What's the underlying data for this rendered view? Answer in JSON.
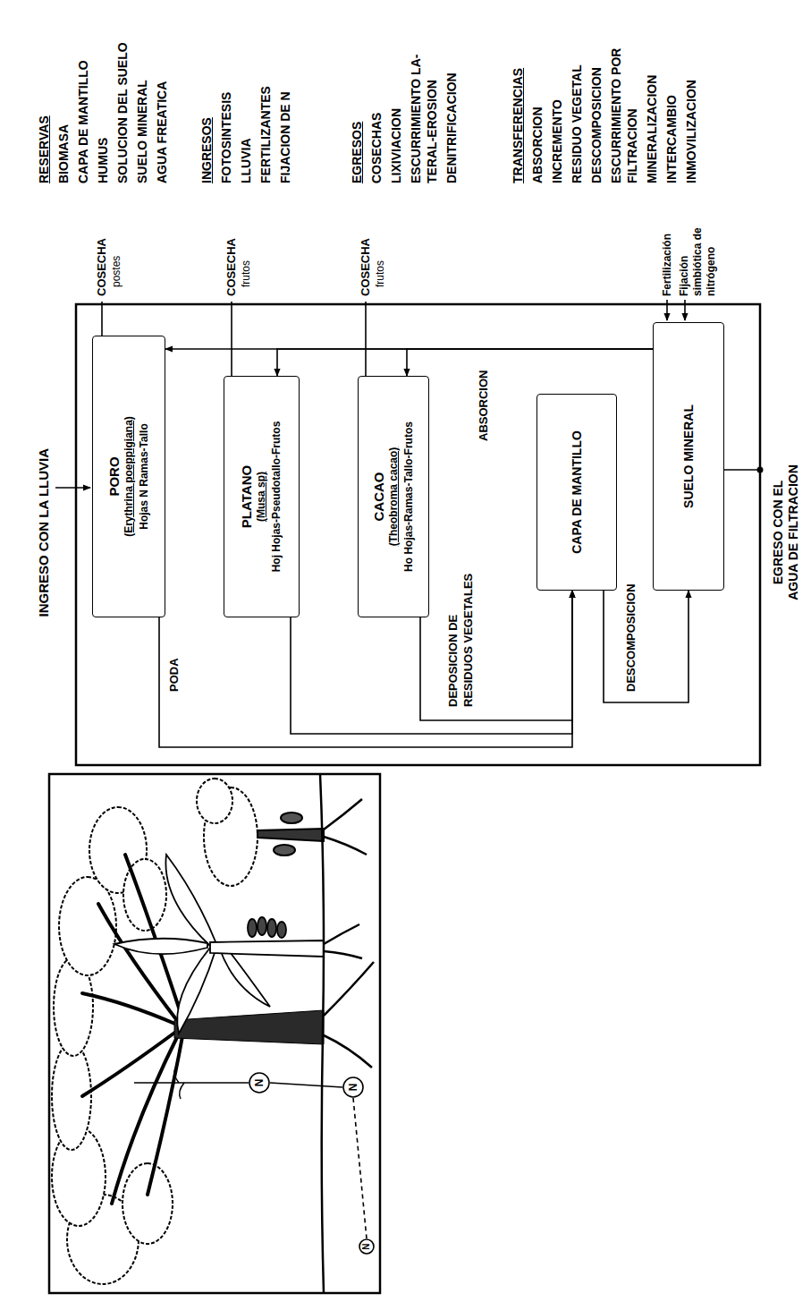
{
  "diagram": {
    "nodes": [
      {
        "text": [
          "PORO",
          "(Erythrina poeppigiana)",
          "Hojas N Ramas-Tallo"
        ]
      },
      {
        "text": [
          "PLATANO",
          "(Musa sp)",
          "Hoj Hojas-Pseudotallo-Frutos"
        ]
      },
      {
        "text": [
          "CACAO",
          "(Theobroma cacao)",
          "Ho Hojas-Ramas-Tallo-Frutos"
        ]
      },
      {
        "text": [
          "CAPA DE MANTILLO"
        ]
      },
      {
        "text": [
          "SUELO MINERAL"
        ]
      },
      {
        "text": [
          "N"
        ]
      },
      {
        "text": [
          "N"
        ]
      },
      {
        "text": [
          "N"
        ]
      }
    ],
    "edges": [
      {
        "from": 0,
        "to": 3,
        "label": "PODA",
        "arrow": "to"
      },
      {
        "from": 1,
        "to": 3,
        "arrow": "to"
      },
      {
        "from": 2,
        "to": 3,
        "arrow": "to"
      },
      {
        "from": 3,
        "to": 4,
        "label": "DESCOMPOSICION",
        "arrow": "to"
      },
      {
        "from": 4,
        "to": 0,
        "label": "ABSORCION",
        "arrow": "to"
      },
      {
        "from": 4,
        "to": 1,
        "arrow": "to"
      },
      {
        "from": 4,
        "to": 2,
        "arrow": "to"
      },
      {
        "from": 5,
        "to": 6,
        "arrow": "none"
      },
      {
        "from": 6,
        "to": 7,
        "arrow": "none"
      }
    ],
    "labels": [
      "INGRESO CON LA LLUVIA",
      "DEPOSICION DE RESIDUOS VEGETALES",
      "EGRESO CON EL AGUA DE FILTRACION",
      "COSECHA",
      "postes",
      "COSECHA",
      "frutos",
      "COSECHA",
      "frutos",
      "Fertilización",
      "Fijación simbiótica de nitrógeno",
      "RESERVAS",
      "BIOMASA",
      "CAPA DE MANTILLO",
      "HUMUS",
      "SOLUCION DEL SUELO",
      "SUELO MINERAL",
      "AGUA FREATICA",
      "INGRESOS",
      "FOTOSINTESIS",
      "LLUVIA",
      "FERTILIZANTES",
      "FIJACION DE N",
      "EGRESOS",
      "COSECHAS",
      "LIXIVIACION",
      "ESCURRIMIENTO LA- TERAL-EROSION",
      "DENITRIFICACION",
      "TRANSFERENCIAS",
      "ABSORCION",
      "INCREMENTO",
      "RESIDUO VEGETAL",
      "DESCOMPOSICION",
      "ESCURRIMIENTO POR FILTRACION",
      "MINERALIZACION",
      "INTERCAMBIO",
      "INMOVILIZACION"
    ]
  }
}
